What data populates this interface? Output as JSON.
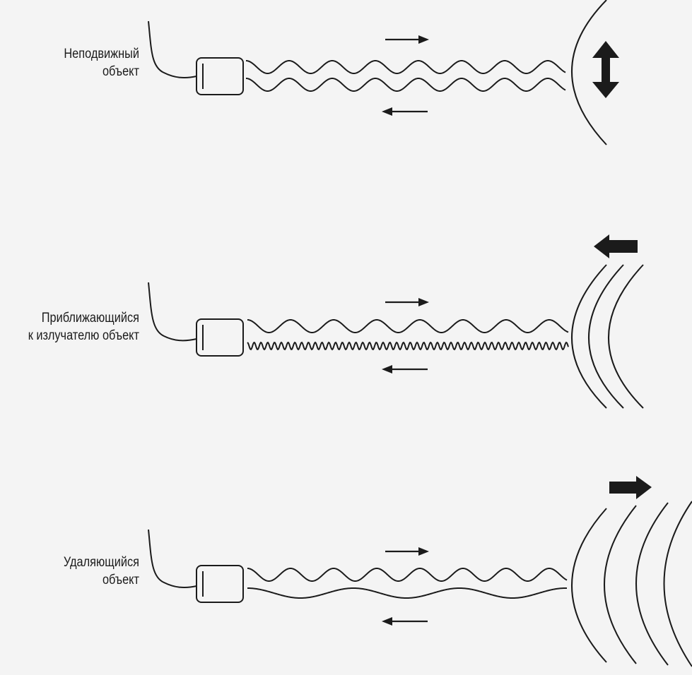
{
  "diagram": {
    "panels": [
      {
        "id": "stationary",
        "label_lines": [
          "Неподвижный",
          "объект"
        ],
        "reflected_wave": "same-frequency",
        "object_motion": "vertical-double-arrow",
        "wavefront_count": 1
      },
      {
        "id": "approaching",
        "label_lines": [
          "Приближающийся",
          "к излучателю объект"
        ],
        "reflected_wave": "higher-frequency",
        "object_motion": "arrow-left",
        "wavefront_count": 3
      },
      {
        "id": "receding",
        "label_lines": [
          "Удаляющийся",
          "объект"
        ],
        "reflected_wave": "lower-frequency",
        "object_motion": "arrow-right",
        "wavefront_count": 4
      }
    ],
    "colors": {
      "line": "#1b1b1b",
      "background": "#f4f4f4"
    }
  }
}
